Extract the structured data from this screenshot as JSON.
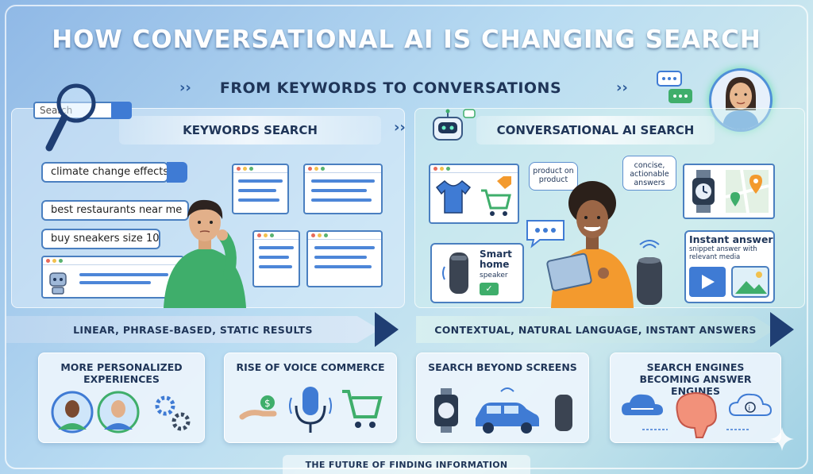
{
  "title": "HOW CONVERSATIONAL AI IS CHANGING SEARCH",
  "subtitle": "FROM KEYWORDS  TO  CONVERSATIONS",
  "left": {
    "header": "KEYWORDS SEARCH",
    "search_placeholder": "Search",
    "queries": [
      "climate change effects",
      "best restaurants near me",
      "buy sneakers size 10"
    ],
    "arrow_caption": "LINEAR, PHRASE-BASED, STATIC RESULTS"
  },
  "right": {
    "header": "CONVERSATIONAL AI SEARCH",
    "bubble_product": "product on product",
    "bubble_concise": "concise, actionable answers",
    "smart_speaker_label": "Smart home",
    "smart_speaker_sub": "speaker",
    "instant_title": "Instant answer",
    "instant_sub": "snippet answer with relevant media",
    "arrow_caption": "CONTEXTUAL, NATURAL LANGUAGE, INSTANT ANSWERS"
  },
  "cards": [
    {
      "title": "MORE PERSONALIZED EXPERIENCES"
    },
    {
      "title": "RISE OF VOICE COMMERCE"
    },
    {
      "title": "SEARCH BEYOND SCREENS"
    },
    {
      "title": "SEARCH ENGINES BECOMING ANSWER ENGINES"
    }
  ],
  "footer": "THE FUTURE OF FINDING INFORMATION",
  "colors": {
    "accent": "#3f7bd4",
    "navy": "#1f3558",
    "orange": "#f39a2e",
    "green": "#3fae6b"
  },
  "icons": [
    "magnifier-icon",
    "robot-icon",
    "chat-bubble-icon",
    "shirt-icon",
    "cart-icon",
    "watch-icon",
    "map-pin-icon",
    "play-icon",
    "image-icon",
    "gear-icon",
    "microphone-icon",
    "dollar-hand-icon",
    "car-icon",
    "cloud-icon",
    "brain-icon",
    "info-cloud-icon",
    "smart-speaker-icon"
  ]
}
